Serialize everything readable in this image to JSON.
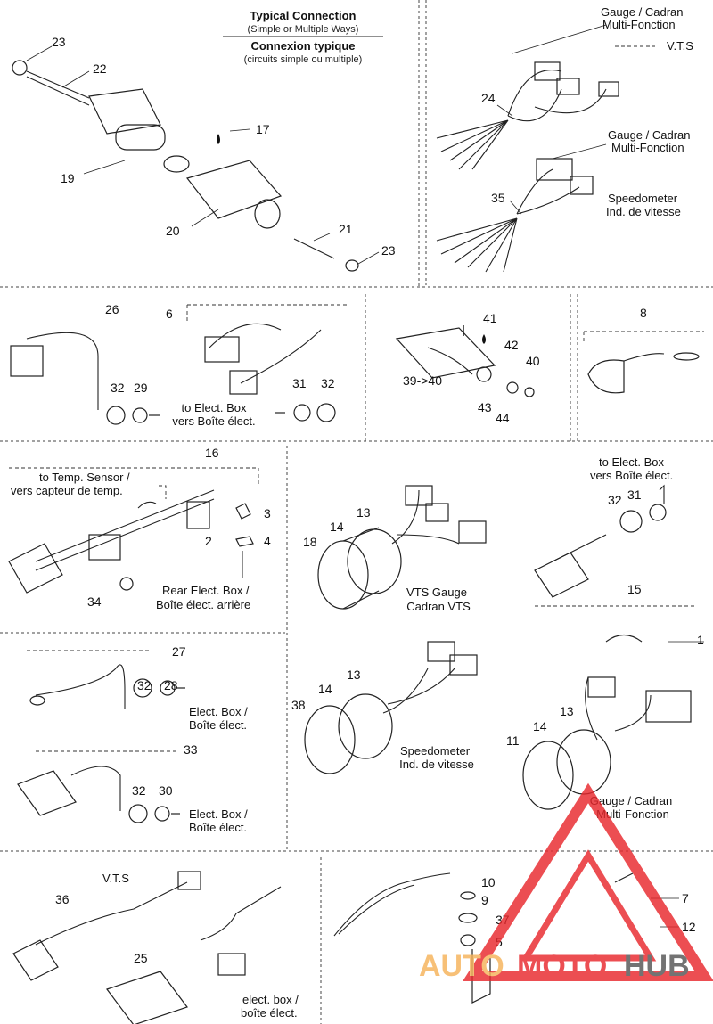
{
  "header": {
    "title_en": "Typical Connection",
    "subtitle_en": "(Simple or Multiple Ways)",
    "title_fr": "Connexion typique",
    "subtitle_fr": "(circuits simple ou multiple)"
  },
  "callouts": {
    "c1": "1",
    "c2": "2",
    "c3": "3",
    "c4": "4",
    "c5": "5",
    "c6": "6",
    "c7": "7",
    "c8": "8",
    "c9": "9",
    "c10": "10",
    "c11": "11",
    "c12": "12",
    "c13a": "13",
    "c13b": "13",
    "c13c": "13",
    "c14a": "14",
    "c14b": "14",
    "c14c": "14",
    "c15": "15",
    "c16": "16",
    "c17": "17",
    "c18": "18",
    "c19": "19",
    "c20": "20",
    "c21": "21",
    "c22": "22",
    "c23a": "23",
    "c23b": "23",
    "c24": "24",
    "c25": "25",
    "c26": "26",
    "c27": "27",
    "c28": "28",
    "c29": "29",
    "c30": "30",
    "c31a": "31",
    "c31b": "31",
    "c32a": "32",
    "c32b": "32",
    "c32c": "32",
    "c32d": "32",
    "c32e": "32",
    "c33": "33",
    "c34": "34",
    "c35": "35",
    "c36": "36",
    "c37": "37",
    "c38": "38",
    "c3940": "39->40",
    "c40": "40",
    "c41": "41",
    "c42": "42",
    "c43": "43",
    "c44": "44"
  },
  "labels": {
    "gauge_top_1": "Gauge / Cadran",
    "gauge_top_2": "Multi-Fonction",
    "vts_top": "V.T.S",
    "gauge_mid_1": "Gauge / Cadran",
    "gauge_mid_2": "Multi-Fonction",
    "speedo_top_1": "Speedometer",
    "speedo_top_2": "Ind. de vitesse",
    "elect_box_1": "to Elect. Box",
    "elect_box_2": "vers Boîte élect.",
    "temp_sensor_1": "to Temp. Sensor /",
    "temp_sensor_2": "vers capteur de temp.",
    "rear_box_1": "Rear Elect. Box /",
    "rear_box_2": "Boîte élect. arrière",
    "elect_box_right_1": "to Elect. Box",
    "elect_box_right_2": "vers Boîte élect.",
    "vts_gauge_1": "VTS Gauge",
    "vts_gauge_2": "Cadran VTS",
    "box27_1": "Elect. Box /",
    "box27_2": "Boîte élect.",
    "box33_1": "Elect. Box /",
    "box33_2": "Boîte élect.",
    "speedo_low_1": "Speedometer",
    "speedo_low_2": "Ind. de vitesse",
    "gauge_low_1": "Gauge / Cadran",
    "gauge_low_2": "Multi-Fonction",
    "vts_bottom": "V.T.S",
    "elect_box_bottom_1": "elect. box /",
    "elect_box_bottom_2": "boîte élect."
  },
  "watermark": {
    "part1": "AUTO",
    "part2": "MOTO",
    "part3": "HUB",
    "color_primary": "#e8282d",
    "color_secondary": "#f6b35a",
    "color_dark": "#555555"
  }
}
